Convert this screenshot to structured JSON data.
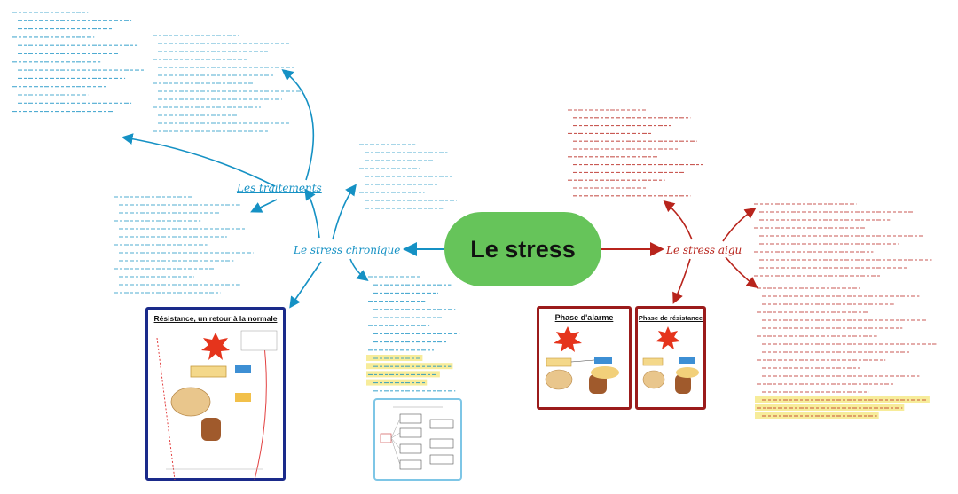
{
  "center": {
    "label": "Le stress"
  },
  "branches": {
    "chronic": {
      "label": "Le stress chronique"
    },
    "treatments": {
      "label": "Les traitements"
    },
    "acute": {
      "label": "Le stress aigu"
    }
  },
  "cards": {
    "resistance_return": {
      "title": "Résistance, un retour à la normale"
    },
    "alarm_phase": {
      "title": "Phase d'alarme"
    },
    "resistance_phase": {
      "title": "Phase de résistance"
    }
  },
  "colors": {
    "center": "#66c45a",
    "blue_branch": "#1591c4",
    "red_branch": "#b8241c",
    "highlight": "#f7ec9a"
  }
}
